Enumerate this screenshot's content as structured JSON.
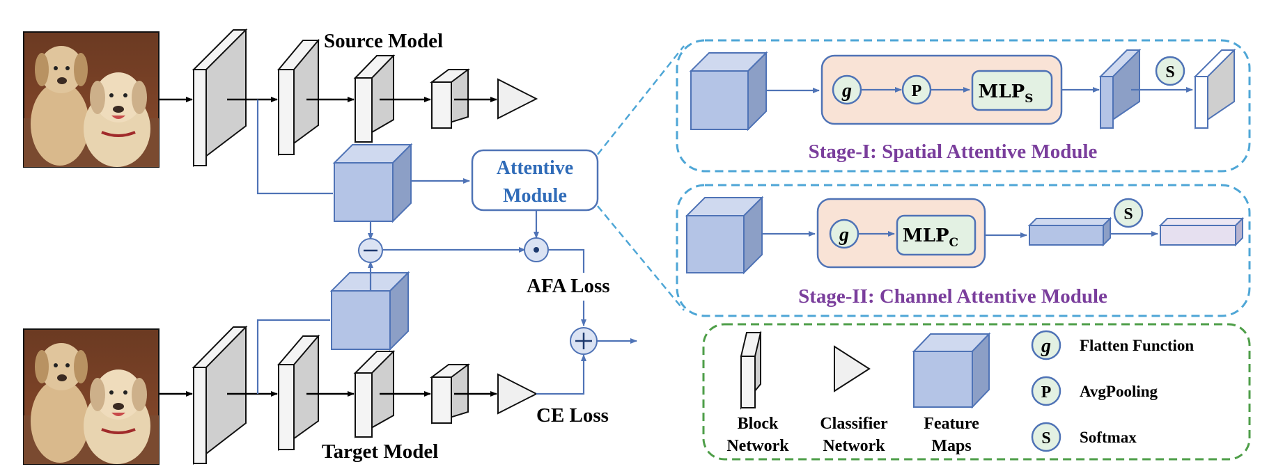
{
  "source_model_label": "Source Model",
  "target_model_label": "Target Model",
  "attentive_module": {
    "line1": "Attentive",
    "line2": "Module"
  },
  "afa_loss_label": "AFA Loss",
  "ce_loss_label": "CE Loss",
  "stage1": {
    "title": "Stage-I: Spatial Attentive Module",
    "mlp_label": "MLP",
    "mlp_subscript": "S"
  },
  "stage2": {
    "title": "Stage-II: Channel Attentive Module",
    "mlp_label": "MLP",
    "mlp_subscript": "C"
  },
  "symbols": {
    "flatten": "g",
    "pool": "P",
    "softmax": "S"
  },
  "legend": {
    "block_network": [
      "Block",
      "Network"
    ],
    "classifier_network": [
      "Classifier",
      "Network"
    ],
    "feature_maps": [
      "Feature",
      "Maps"
    ],
    "flatten_function": "Flatten Function",
    "avgpooling": "AvgPooling",
    "softmax": "Softmax"
  },
  "colors": {
    "feature_blue": "#b4c4e6",
    "arrow_blue": "#4f73b6",
    "stage_border": "#4ea6d6",
    "legend_border": "#4e9e48",
    "stage_purple": "#7a3e9c",
    "attentive_blue": "#2f6bb8",
    "peach": "#f9e3d6",
    "mint": "#e3f1e3"
  }
}
